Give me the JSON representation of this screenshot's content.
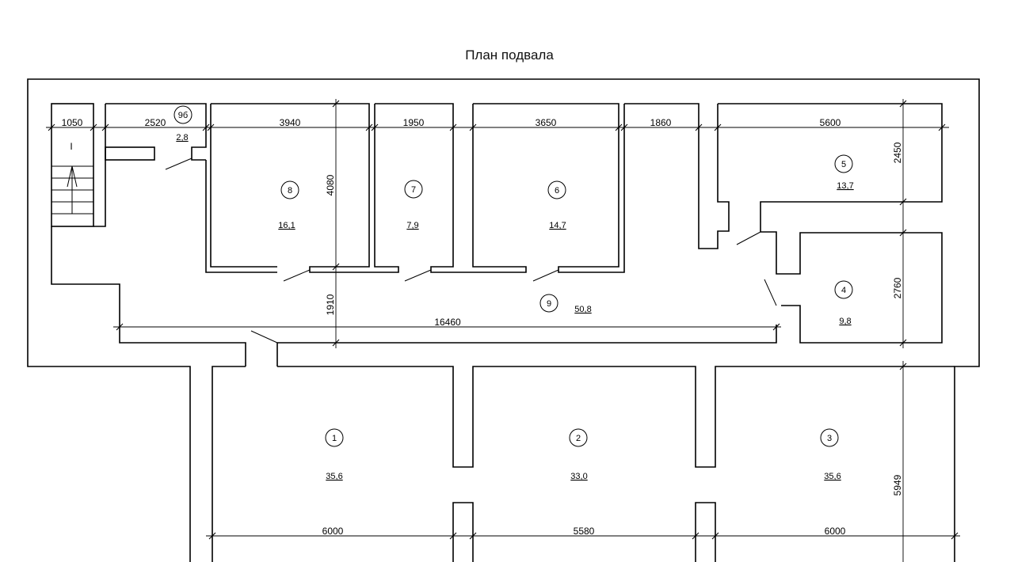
{
  "title": "План подвала",
  "stair_label": "I",
  "rooms": [
    {
      "id": "1",
      "number": "1",
      "area": "35,6"
    },
    {
      "id": "2",
      "number": "2",
      "area": "33,0"
    },
    {
      "id": "3",
      "number": "3",
      "area": "35,6"
    },
    {
      "id": "4",
      "number": "4",
      "area": "9,8"
    },
    {
      "id": "5",
      "number": "5",
      "area": "13,7"
    },
    {
      "id": "6",
      "number": "6",
      "area": "14,7"
    },
    {
      "id": "7",
      "number": "7",
      "area": "7,9"
    },
    {
      "id": "8",
      "number": "8",
      "area": "16,1"
    },
    {
      "id": "9",
      "number": "9",
      "area": "50,8"
    },
    {
      "id": "9b",
      "number": "9б",
      "area": "2,8"
    }
  ],
  "dimensions": {
    "d1050": "1050",
    "d2520": "2520",
    "d3940": "3940",
    "d1950": "1950",
    "d3650": "3650",
    "d1860": "1860",
    "d5600": "5600",
    "d2450": "2450",
    "d4080": "4080",
    "d2760": "2760",
    "d1910": "1910",
    "d16460": "16460",
    "d5949": "5949",
    "d6000a": "6000",
    "d5580": "5580",
    "d6000b": "6000"
  }
}
